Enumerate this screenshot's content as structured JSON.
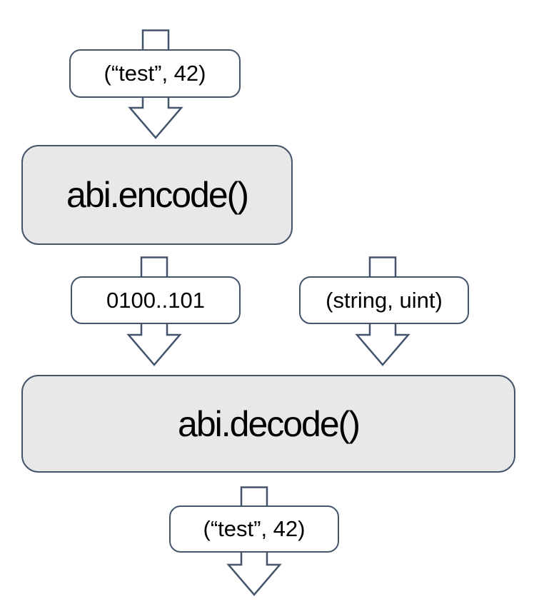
{
  "diagram": {
    "kind": "flowchart",
    "subject": "ABI encode/decode round-trip",
    "theme": {
      "stroke_color": "#44546a",
      "process_fill": "#e8e8e8",
      "label_fill": "#ffffff",
      "text_color": "#000000",
      "background": "#ffffff"
    },
    "nodes": [
      {
        "id": "input",
        "kind": "data-label",
        "text": "(“test”, 42)"
      },
      {
        "id": "encode",
        "kind": "process",
        "text": "abi.encode()"
      },
      {
        "id": "bytes",
        "kind": "data-label",
        "text": "0100..101"
      },
      {
        "id": "types",
        "kind": "data-label",
        "text": "(string, uint)"
      },
      {
        "id": "decode",
        "kind": "process",
        "text": "abi.decode()"
      },
      {
        "id": "output",
        "kind": "data-label",
        "text": "(“test”, 42)"
      }
    ],
    "edges": [
      {
        "from": "input",
        "to": "encode",
        "label": "(“test”, 42)"
      },
      {
        "from": "encode",
        "to": "decode",
        "label": "0100..101"
      },
      {
        "from": "types",
        "to": "decode",
        "label": "(string, uint)"
      },
      {
        "from": "decode",
        "to": "output",
        "label": "(“test”, 42)"
      }
    ]
  }
}
